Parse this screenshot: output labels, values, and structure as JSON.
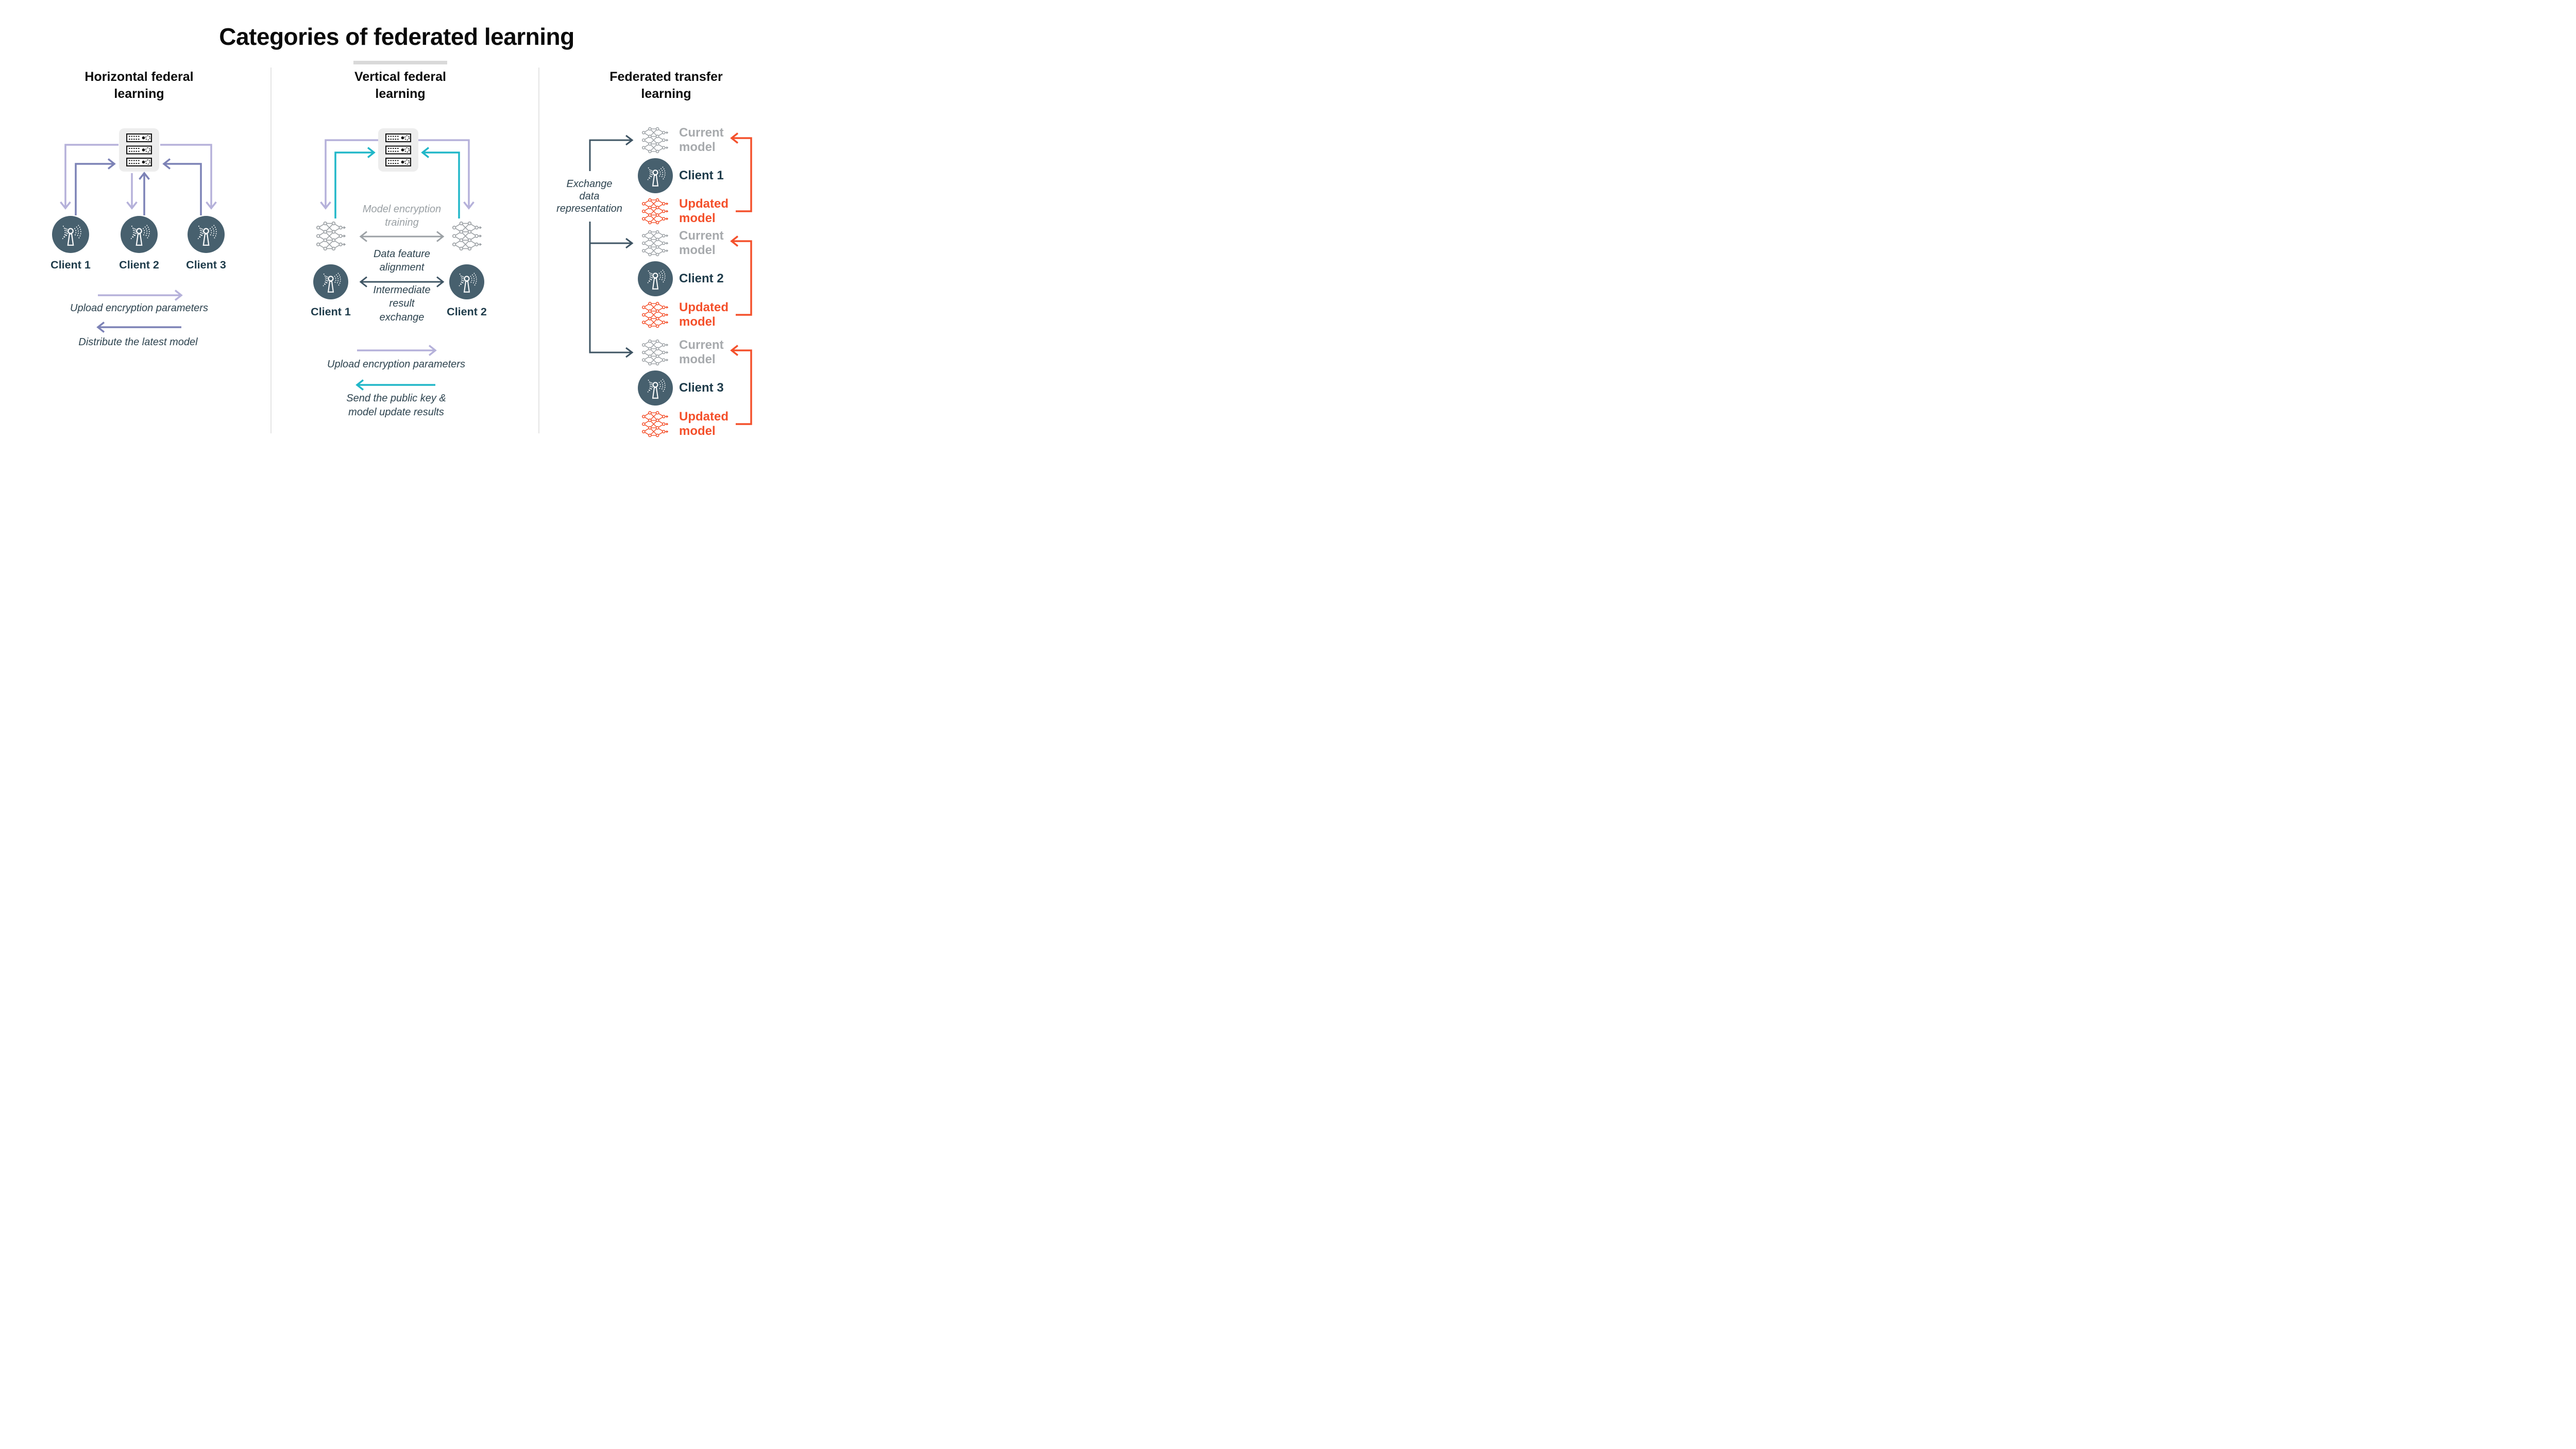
{
  "title": "Categories of federated learning",
  "icons": {
    "server-icon": "stacked-server-rack",
    "client-icon": "antenna-with-signal-waves",
    "neural-network-icon": "connected-nodes-graph"
  },
  "colors": {
    "lavender_arrow": "#b5b1da",
    "slate_purple_arrow": "#7c82b6",
    "teal_arrow": "#21b7c8",
    "dark_slate": "#3e5463",
    "client_circle": "#47606e",
    "orange": "#f4502b",
    "gray_model": "#9ca1a5",
    "gray_label": "#a7aaad",
    "caption_text": "#2d434f",
    "divider": "#e4e4e4"
  },
  "panels": {
    "horizontal": {
      "heading": "Horizontal federal learning",
      "clients": [
        "Client 1",
        "Client 2",
        "Client 3"
      ],
      "legend": {
        "upload": "Upload encryption parameters",
        "distribute": "Distribute the latest model"
      }
    },
    "vertical": {
      "heading": "Vertical federal learning",
      "captions": {
        "model_encryption_lines": [
          "Model encryption",
          "training"
        ],
        "data_feature_lines": [
          "Data feature",
          "alignment"
        ],
        "intermediate_lines": [
          "Intermediate",
          "result",
          "exchange"
        ]
      },
      "clients": [
        "Client 1",
        "Client 2"
      ],
      "legend": {
        "upload": "Upload encryption parameters",
        "send_lines": [
          "Send the public key &",
          "model update results"
        ]
      }
    },
    "transfer": {
      "heading": "Federated transfer learning",
      "caption_lines": [
        "Exchange",
        "data",
        "representation"
      ],
      "groups": [
        {
          "current": "Current model",
          "client": "Client 1",
          "updated": "Updated model"
        },
        {
          "current": "Current model",
          "client": "Client 2",
          "updated": "Updated model"
        },
        {
          "current": "Current model",
          "client": "Client 3",
          "updated": "Updated model"
        }
      ]
    }
  }
}
